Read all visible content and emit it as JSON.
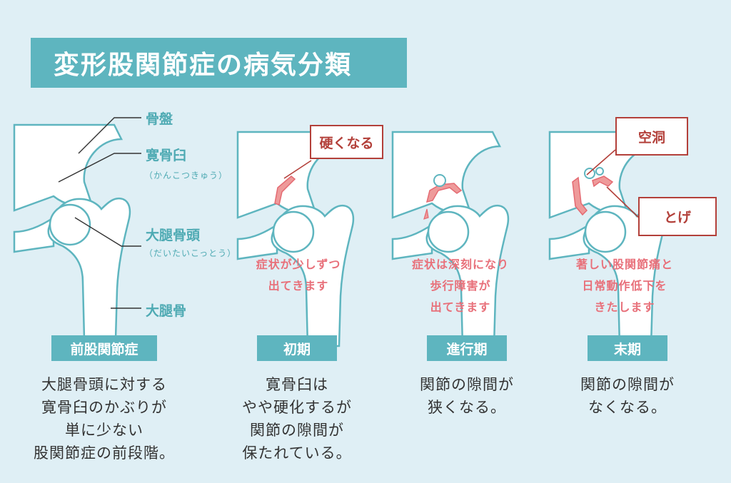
{
  "title": "変形股関節症の病気分類",
  "anatomy_labels": {
    "pelvis": "骨盤",
    "acetabulum": "寛骨臼",
    "acetabulum_reading": "（かんこつきゅう）",
    "femoral_head": "大腿骨頭",
    "femoral_head_reading": "（だいたいこっとう）",
    "femur": "大腿骨"
  },
  "callouts": {
    "hardening": "硬くなる",
    "cavity": "空洞",
    "spur": "とげ"
  },
  "stages": [
    {
      "label": "前股関節症",
      "symptom": [],
      "description": [
        "大腿骨頭に対する",
        "寛骨臼のかぶりが",
        "単に少ない",
        "股関節症の前段階。"
      ]
    },
    {
      "label": "初期",
      "symptom": [
        "症状が少しずつ",
        "出てきます"
      ],
      "description": [
        "寛骨臼は",
        "やや硬化するが",
        "関節の隙間が",
        "保たれている。"
      ]
    },
    {
      "label": "進行期",
      "symptom": [
        "症状は深刻になり",
        "歩行障害が",
        "出てきます"
      ],
      "description": [
        "関節の隙間が",
        "狭くなる。"
      ]
    },
    {
      "label": "末期",
      "symptom": [
        "著しい股関節痛と",
        "日常動作低下を",
        "きたします"
      ],
      "description": [
        "関節の隙間が",
        "なくなる。"
      ]
    }
  ],
  "colors": {
    "background": "#dfeff5",
    "accent": "#5eb5bf",
    "bone_outline": "#5eb5bf",
    "symptom_text": "#e8707a",
    "callout": "#b3403a",
    "lesion": "#ee9a9a"
  }
}
